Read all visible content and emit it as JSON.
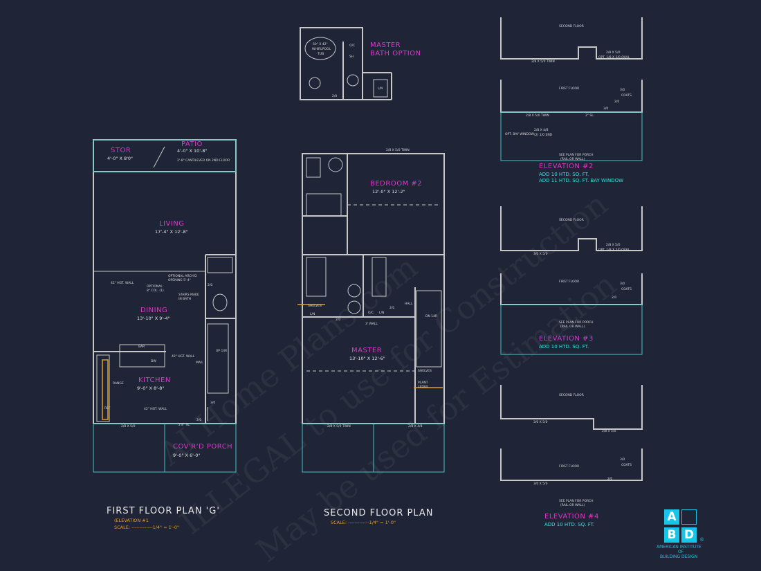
{
  "watermark": {
    "line1": "AI Home Plans.com",
    "line2": "ILLEGAL to use for Construction",
    "line3": "May be used for Estimation"
  },
  "master_bath_option": {
    "title_line1": "MASTER",
    "title_line2": "BATH OPTION",
    "tub_line1": "60\" X 42\"",
    "tub_line2": "WHIRLPOOL",
    "tub_line3": "TUB",
    "oc": "O/C",
    "sh": "SH",
    "dim": "2/0",
    "ln": "L/N"
  },
  "first_floor": {
    "rooms": [
      {
        "name": "STOR",
        "size": "4'-0\" X 8'0\""
      },
      {
        "name": "PATIO",
        "size": "4'-0\" X 10'-8\""
      },
      {
        "name": "LIVING",
        "size": "17'-4\" X 12'-8\""
      },
      {
        "name": "DINING",
        "size": "13'-10\" X 9'-4\""
      },
      {
        "name": "KITCHEN",
        "size": "9'-0\" X 8'-8\""
      },
      {
        "name": "COV'R'D PORCH",
        "size": "9'-0\" X 6'-0\""
      }
    ],
    "notes": {
      "cantilever": "2'-8\" CANTILEVER ON 2ND FLOOR",
      "hgt_wall_1": "42\" HGT. WALL",
      "optional_arch_1": "OPTIONAL ARCH'D",
      "optional_arch_2": "OPENING 5'-4\"",
      "optional_col_1": "OPTIONAL",
      "optional_col_2": "8\" COL. (1)",
      "stairs_1": "STAIRS MAKE",
      "stairs_2": "IN BATH",
      "bar": "BAR",
      "dw": "DW",
      "hgt_wall_2": "42\" HGT. WALL",
      "hgt_wall_3": "42\" HGT. WALL",
      "range": "RANGE",
      "ref": "REF",
      "door_front": "2/8 X 5/0",
      "door_side": "2'8\" SL.",
      "door_3": "3/0",
      "door_4": "2/0",
      "door_5": "2/0",
      "mail": "MAIL",
      "up": "UP 14R"
    },
    "title": "FIRST FLOOR PLAN 'G'",
    "elevation": "(ELEVATION #1",
    "scale": "SCALE: -------------1/4\" = 1'-0\""
  },
  "second_floor": {
    "rooms": [
      {
        "name": "BEDROOM #2",
        "size": "12'-0\" X 12'-2\""
      },
      {
        "name": "MASTER",
        "size": "13'-10\" X 12'-6\""
      }
    ],
    "notes": {
      "top_door": "2/8 X 5/0 TWIN",
      "shelves": "SHELVES",
      "ln": "L/N",
      "oc": "O/C",
      "ln2": "L/N",
      "dim_2_0": "2/0",
      "dim_2_0b": "2/0",
      "hall": "HALL",
      "wall": "3' WALL",
      "plant_ledge_1": "PLANT",
      "plant_ledge_2": "LEDGE",
      "shelves_2": "SHELVES",
      "down": "DN 14R",
      "door_bottom_left": "2/8 X 5/0 TWIN",
      "door_bottom_right": "2/8 X 4/8"
    },
    "title": "SECOND FLOOR PLAN",
    "scale": "SCALE: -------------1/4\" = 1'-0\""
  },
  "elevation_options": [
    {
      "second_floor_label": "SECOND FLOOR",
      "window_1": "2/8 X 5/0 TWIN",
      "window_2": "2/8 X 5/0",
      "window_note": "OPT. 1/8 X 2/0 OVAL",
      "first_floor_label": "FIRST FLOOR",
      "coats": "COATS",
      "door_dim": "3/0",
      "door_dim2": "2/0",
      "door_dim3": "3/0",
      "first_window": "2/8 X 5/0 TWIN",
      "bay": "OPT. BAY WINDOW",
      "bay_dim_1": "2/8 X 4/8",
      "bay_dim_2": "(2) 1/0 END",
      "side": "2\" SL.",
      "porch_1": "SEE PLAN FOR PORCH",
      "porch_2": "(RAIL OR WALL)",
      "title": "ELEVATION #2",
      "line1": "ADD 10 HTD. SQ. FT.",
      "line2": "ADD 11 HTD. SQ. FT. BAY WINDOW"
    },
    {
      "second_floor_label": "SECOND FLOOR",
      "window_1": "3/0 X 5/0",
      "window_note": "OPT. 1/8 X 2/0 OVAL",
      "window_2": "2/8 X 5/0",
      "first_floor_label": "FIRST FLOOR",
      "coats": "COATS",
      "door_dim": "3/0",
      "door_dim2": "2/0",
      "porch_1": "SEE PLAN FOR PORCH",
      "porch_2": "(RAIL OR WALL)",
      "title": "ELEVATION #3",
      "line1": "ADD 10 HTD. SQ. FT."
    },
    {
      "second_floor_label": "SECOND FLOOR",
      "window_1": "3/0 X 5/0",
      "window_2": "2/8 X 5/0",
      "first_floor_label": "FIRST FLOOR",
      "coats": "COATS",
      "door_dim": "3/0",
      "door_dim2": "2/0",
      "window_3": "3/0 X 5/0",
      "porch_1": "SEE PLAN FOR PORCH",
      "porch_2": "(RAIL OR WALL)",
      "title": "ELEVATION #4",
      "line1": "ADD 10 HTD. SQ. FT."
    }
  ],
  "logo": {
    "a": "A",
    "b": "B",
    "d": "D",
    "reg": "®",
    "line1": "AMERICAN INSTITUTE",
    "line2": "OF",
    "line3": "BUILDING DESIGN"
  }
}
